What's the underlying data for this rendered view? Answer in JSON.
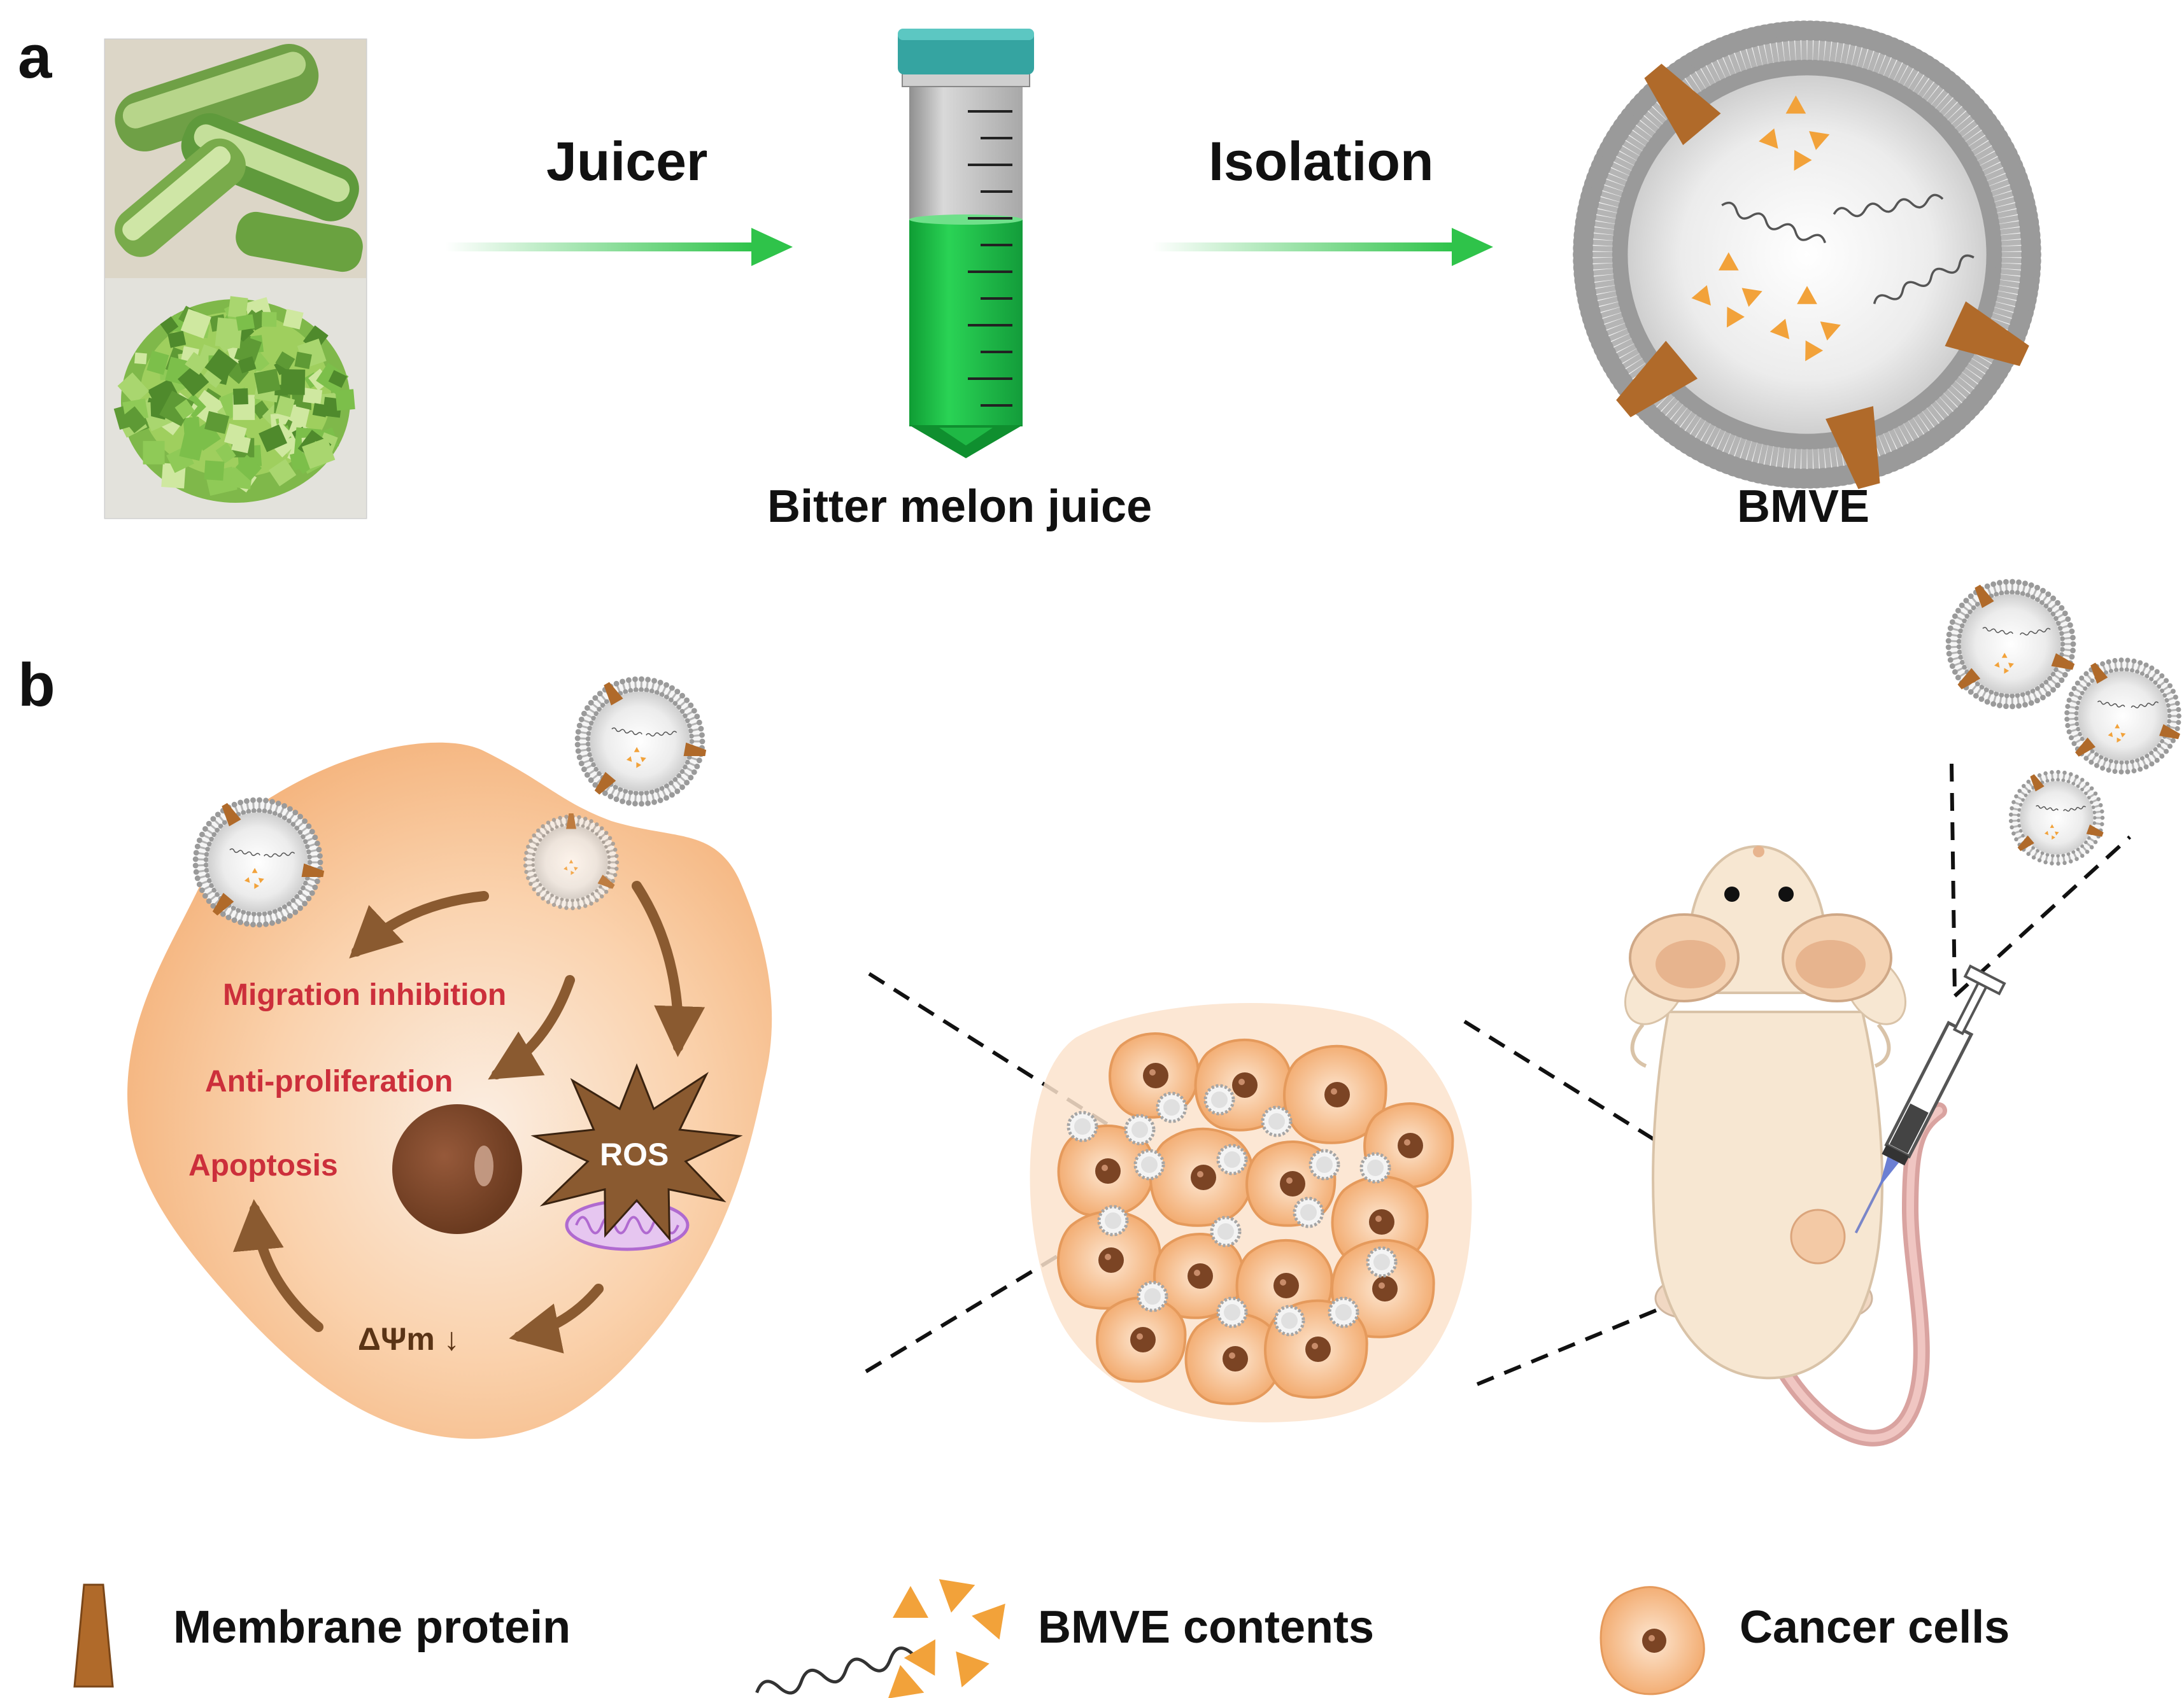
{
  "panels": {
    "a": "a",
    "b": "b"
  },
  "steps": {
    "juicer": "Juicer",
    "isolation": "Isolation"
  },
  "captions": {
    "juice": "Bitter melon juice",
    "bmve": "BMVE"
  },
  "effects": {
    "migration": "Migration inhibition",
    "antiprolif": "Anti-proliferation",
    "apoptosis": "Apoptosis",
    "ros": "ROS",
    "dpsi": "ΔΨm ↓"
  },
  "legend": {
    "membrane_protein": "Membrane protein",
    "contents": "BMVE contents",
    "cancer_cells": "Cancer cells"
  },
  "colors": {
    "arrow_green": "#2fc34a",
    "juice_green": "#1dbf45",
    "cap_teal": "#35a4a1",
    "membrane_gray": "#9a9a9a",
    "protein_brown": "#b06a2a",
    "cargo_orange": "#f2a23a",
    "cell_orange": "#f6b67e",
    "nucleus_brown": "#7b4424",
    "ros_brown": "#8a5a30",
    "effect_red": "#cc2f3b",
    "mouse_skin": "#f7e7d2",
    "tail_pink": "#d9a3a0"
  }
}
